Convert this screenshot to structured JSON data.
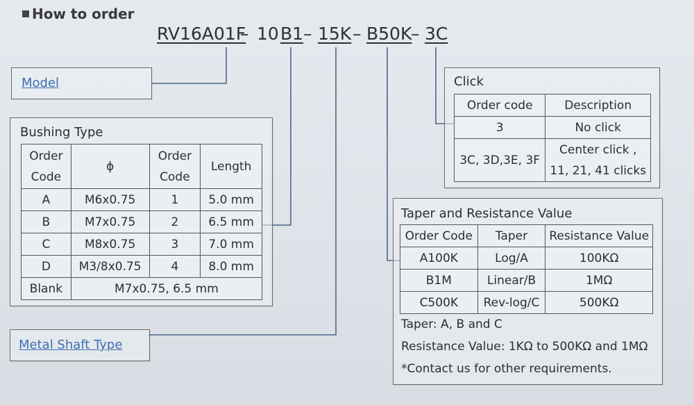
{
  "heading": "How to order",
  "part_number": {
    "segments": [
      "RV16A01F",
      "–",
      "10",
      "B1",
      "–",
      "15K",
      "–",
      "B50K",
      "–",
      "3C"
    ]
  },
  "model_link": "Model",
  "metal_shaft_link": "Metal Shaft Type",
  "bushing": {
    "title": "Bushing Type",
    "headers": [
      "Order Code",
      "ϕ",
      "Order Code",
      "Length"
    ],
    "rows": [
      [
        "A",
        "M6x0.75",
        "1",
        "5.0 mm"
      ],
      [
        "B",
        "M7x0.75",
        "2",
        "6.5 mm"
      ],
      [
        "C",
        "M8x0.75",
        "3",
        "7.0 mm"
      ],
      [
        "D",
        "M3/8x0.75",
        "4",
        "8.0 mm"
      ]
    ],
    "blank_label": "Blank",
    "blank_value": "M7x0.75, 6.5 mm"
  },
  "click": {
    "title": "Click",
    "headers": [
      "Order code",
      "Description"
    ],
    "rows": [
      [
        "3",
        "No click"
      ],
      [
        "3C, 3D,3E, 3F",
        "Center click ,\n11, 21, 41 clicks"
      ]
    ]
  },
  "taper": {
    "title": "Taper and Resistance Value",
    "headers": [
      "Order Code",
      "Taper",
      "Resistance Value"
    ],
    "rows": [
      [
        "A100K",
        "Log/A",
        "100KΩ"
      ],
      [
        "B1M",
        "Linear/B",
        "1MΩ"
      ],
      [
        "C500K",
        "Rev-log/C",
        "500KΩ"
      ]
    ],
    "notes": [
      "Taper: A, B and C",
      "Resistance Value: 1KΩ to 500KΩ and 1MΩ",
      "*Contact us for other requirements."
    ]
  }
}
